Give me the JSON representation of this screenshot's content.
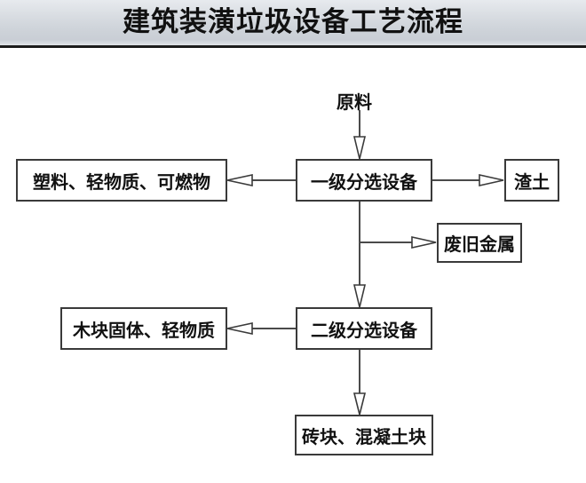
{
  "title": {
    "text": "建筑装潢垃圾设备工艺流程"
  },
  "diagram": {
    "type": "flowchart",
    "background": "#ffffff",
    "box_border_color": "#3a3a3a",
    "line_color": "#4a4a4a",
    "nodes": {
      "raw_material": "原料",
      "stage1": "一级分选设备",
      "plastics": "塑料、轻物质、可燃物",
      "slag": "渣土",
      "scrap_metal": "废旧金属",
      "stage2": "二级分选设备",
      "wood": "木块固体、轻物质",
      "brick": "砖块、混凝土块"
    },
    "edges": [
      {
        "from": "raw_material",
        "to": "stage1",
        "direction": "down"
      },
      {
        "from": "stage1",
        "to": "plastics",
        "direction": "left"
      },
      {
        "from": "stage1",
        "to": "slag",
        "direction": "right"
      },
      {
        "from": "stage1",
        "to": "scrap_metal",
        "direction": "right"
      },
      {
        "from": "stage1",
        "to": "stage2",
        "direction": "down"
      },
      {
        "from": "stage2",
        "to": "wood",
        "direction": "left"
      },
      {
        "from": "stage2",
        "to": "brick",
        "direction": "down"
      }
    ]
  }
}
